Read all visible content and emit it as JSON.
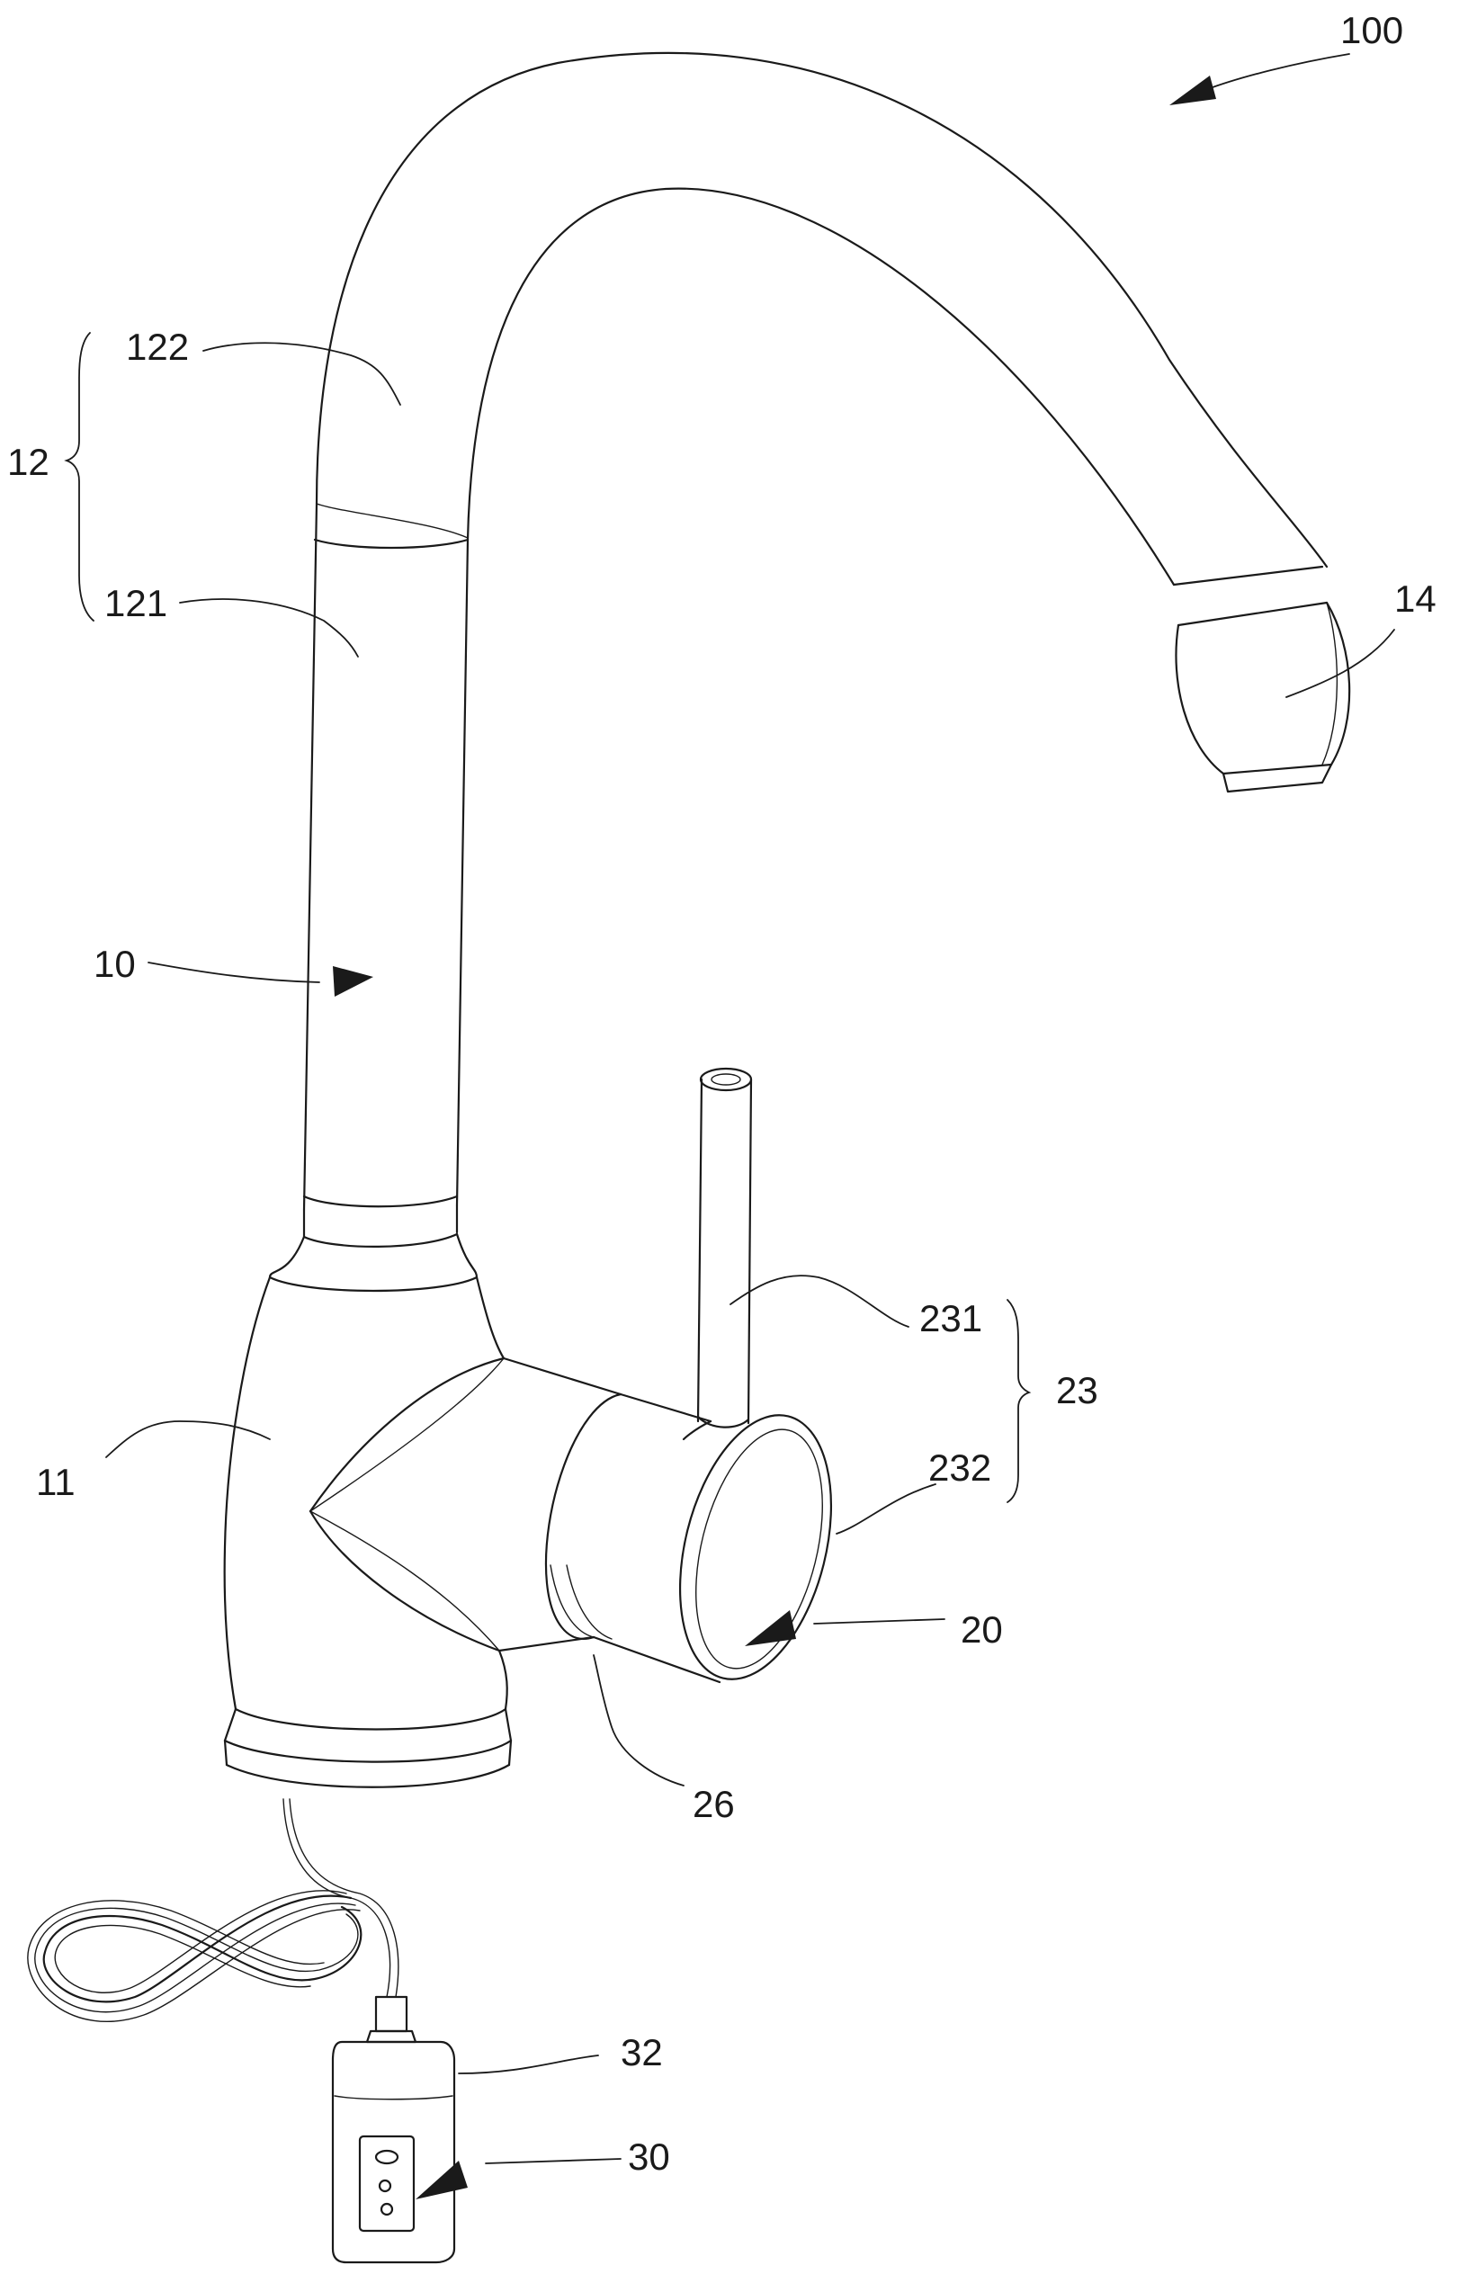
{
  "labels": {
    "assembly": "100",
    "spout_pipe": "12",
    "spout_upper": "122",
    "spout_lower": "121",
    "outlet_head": "14",
    "faucet_body": "10",
    "base": "11",
    "handle_lever": "231",
    "handle": "23",
    "handle_cap": "232",
    "valve_assembly": "20",
    "ring": "26",
    "cable_plug": "32",
    "control_box": "30"
  }
}
